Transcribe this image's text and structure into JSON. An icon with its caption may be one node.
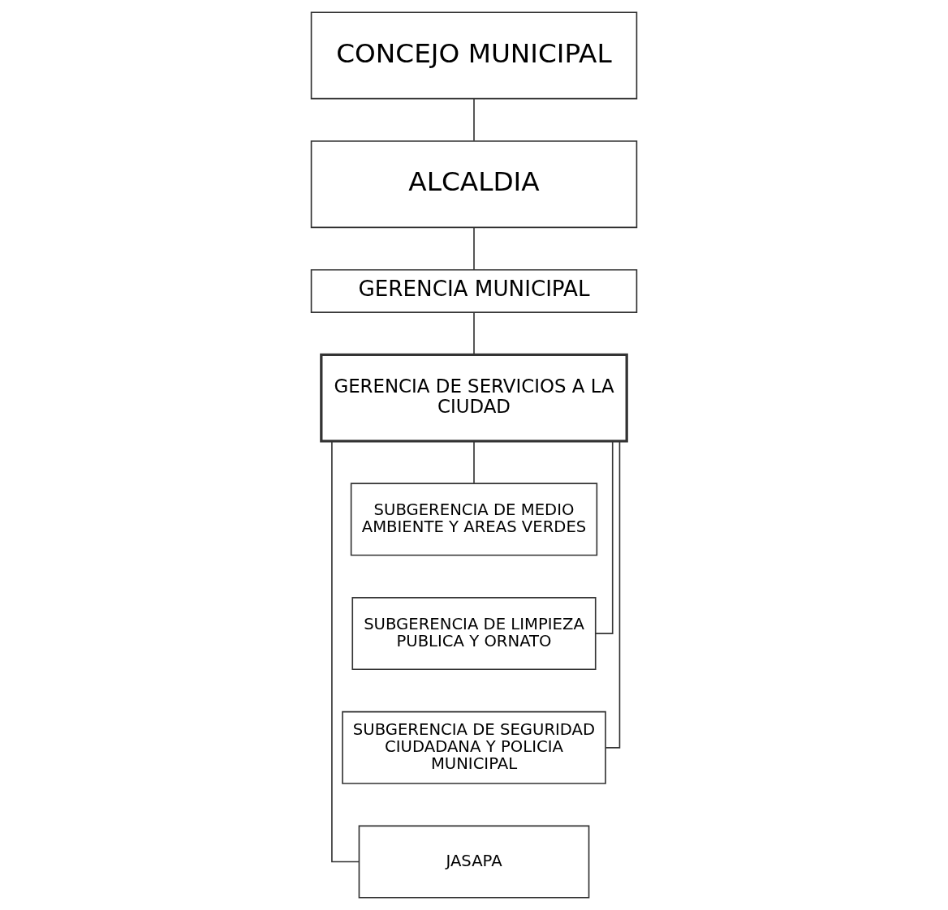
{
  "diagram": {
    "nodes": [
      {
        "text": [
          "CONCEJO MUNICIPAL"
        ]
      },
      {
        "text": [
          "ALCALDIA"
        ]
      },
      {
        "text": [
          "GERENCIA MUNICIPAL"
        ]
      },
      {
        "text": [
          "GERENCIA DE SERVICIOS A LA CIUDAD"
        ]
      },
      {
        "text": [
          "SUBGERENCIA DE MEDIO AMBIENTE Y AREAS VERDES"
        ]
      },
      {
        "text": [
          "SUBGERENCIA DE LIMPIEZA PUBLICA Y ORNATO"
        ]
      },
      {
        "text": [
          "SUBGERENCIA DE SEGURIDAD CIUDADANA Y POLICIA MUNICIPAL"
        ]
      },
      {
        "text": [
          "JASAPA"
        ]
      }
    ],
    "edges": [
      {
        "from": 0,
        "to": 1,
        "arrow": "none"
      },
      {
        "from": 1,
        "to": 2,
        "arrow": "none"
      },
      {
        "from": 2,
        "to": 3,
        "arrow": "none"
      },
      {
        "from": 3,
        "to": 4,
        "arrow": "none"
      },
      {
        "from": 3,
        "to": 5,
        "arrow": "none"
      },
      {
        "from": 3,
        "to": 6,
        "arrow": "none"
      },
      {
        "from": 3,
        "to": 7,
        "arrow": "none"
      }
    ]
  }
}
